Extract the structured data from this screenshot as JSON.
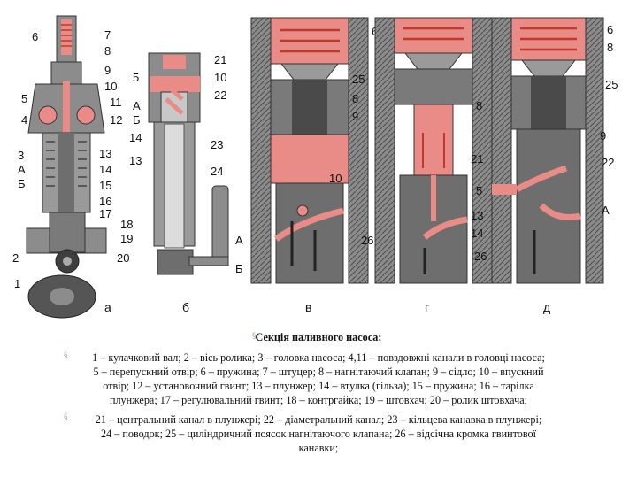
{
  "figure": {
    "colors": {
      "metal": "#8c8c8c",
      "dark": "#4a4a4a",
      "fuel": "#e98b86",
      "bg": "#ffffff"
    },
    "panel_a": {
      "letter": "а",
      "labels": [
        "6",
        "7",
        "8",
        "9",
        "10",
        "11",
        "12",
        "5",
        "4",
        "3",
        "А",
        "Б",
        "13",
        "14",
        "15",
        "16",
        "17",
        "18",
        "19",
        "2",
        "20",
        "1"
      ]
    },
    "panel_b": {
      "letter": "б",
      "labels": [
        "5",
        "А",
        "Б",
        "14",
        "13",
        "21",
        "10",
        "22",
        "23",
        "24"
      ]
    },
    "panel_v": {
      "letter": "в",
      "labels": [
        "6",
        "25",
        "8",
        "9",
        "10",
        "А",
        "Б"
      ]
    },
    "panel_g": {
      "letter": "г",
      "labels": [
        "8",
        "21",
        "26",
        "13",
        "14"
      ]
    },
    "panel_d": {
      "letter": "д",
      "labels": [
        "6",
        "8",
        "25",
        "9",
        "22",
        "5",
        "А",
        "26"
      ]
    }
  },
  "caption": {
    "title": "Секція паливного насоса:",
    "lines1": [
      "1 – кулачковий вал; 2 – вісь ролика; 3 – головка насоса; 4,11 – повздовжні канали в головці насоса;",
      "5 – перепускний отвір; 6 – пружина; 7 – штуцер; 8 – нагнітаючий клапан; 9 – сідло; 10 – впускний",
      "отвір; 12 – установочний гвинт; 13 – плунжер; 14 – втулка (гільза); 15 – пружина; 16 – тарілка",
      "плунжера; 17 – регулювальний гвинт; 18 – контргайка; 19 – штовхач; 20 – ролик штовхача;"
    ],
    "lines2": [
      "21 – центральний канал в плунжері; 22 – діаметральний канал; 23 – кільцева канавка в плунжері;",
      "24 – поводок; 25 – циліндричний поясок нагнітаючого клапана; 26 – відсічна кромка гвинтової",
      "канавки;"
    ]
  }
}
